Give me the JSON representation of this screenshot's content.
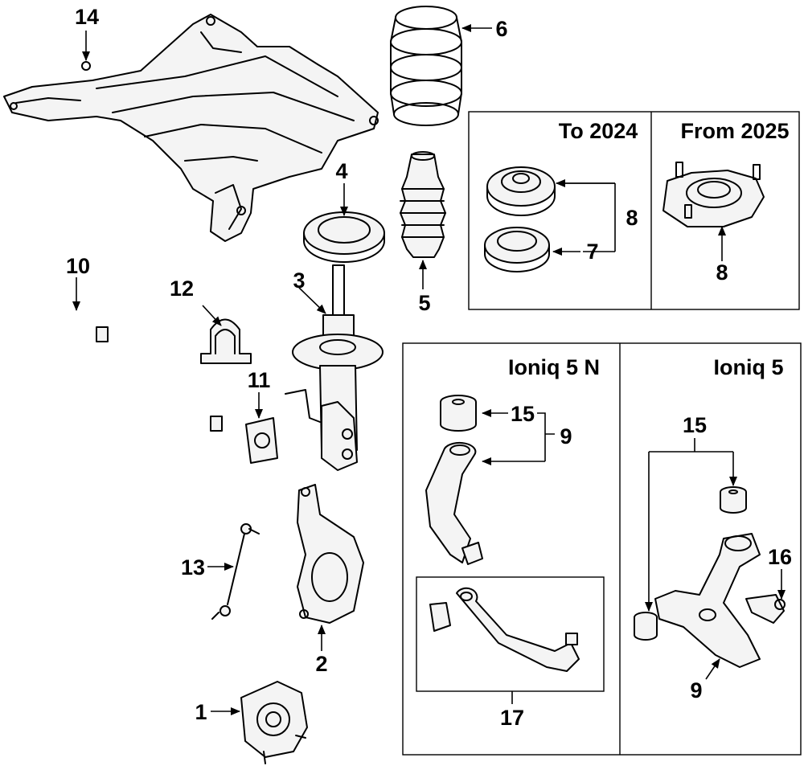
{
  "boxes": {
    "strut_mount": {
      "left_title": "To 2024",
      "right_title": "From 2025"
    },
    "lower_arm": {
      "left_title": "Ioniq 5 N",
      "right_title": "Ioniq 5"
    }
  },
  "callouts": {
    "c14": "14",
    "c6": "6",
    "c4": "4",
    "c8a": "8",
    "c7": "7",
    "c8b": "8",
    "c5": "5",
    "c10": "10",
    "c12": "12",
    "c3": "3",
    "c11": "11",
    "c15a": "15",
    "c9a": "9",
    "c15b": "15",
    "c16": "16",
    "c13": "13",
    "c2": "2",
    "c9b": "9",
    "c17": "17",
    "c1": "1"
  }
}
